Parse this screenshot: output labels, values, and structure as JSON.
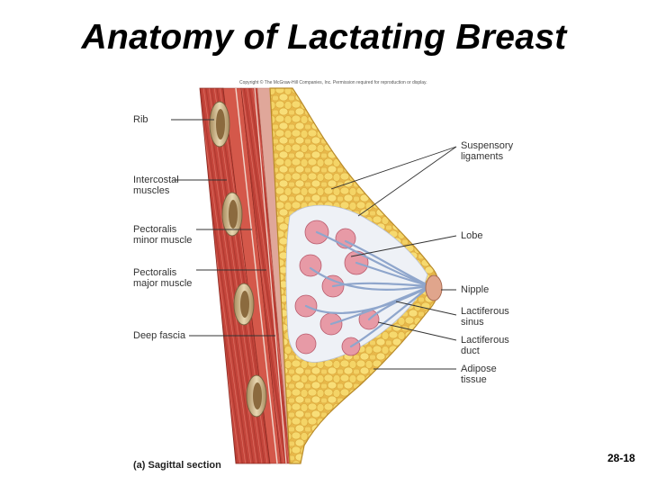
{
  "title": "Anatomy of Lactating Breast",
  "copyright": "Copyright © The McGraw-Hill Companies, Inc. Permission required for reproduction or display.",
  "labels": {
    "rib": [
      "Rib"
    ],
    "intercostal": [
      "Intercostal",
      "muscles"
    ],
    "pec_minor": [
      "Pectoralis",
      "minor muscle"
    ],
    "pec_major": [
      "Pectoralis",
      "major muscle"
    ],
    "deep_fascia": [
      "Deep fascia"
    ],
    "suspensory": [
      "Suspensory",
      "ligaments"
    ],
    "lobe": [
      "Lobe"
    ],
    "nipple": [
      "Nipple"
    ],
    "lact_sinus": [
      "Lactiferous",
      "sinus"
    ],
    "lact_duct": [
      "Lactiferous",
      "duct"
    ],
    "adipose": [
      "Adipose",
      "tissue"
    ]
  },
  "caption": {
    "part": "(a)",
    "text": "Sagittal section"
  },
  "page_number": "28-18",
  "colors": {
    "muscle": "#c4453b",
    "adipose": "#f2cf63",
    "lobule": "#e79aa6",
    "duct": "#9fb4d4",
    "rib_bone": "#c9b38a"
  }
}
